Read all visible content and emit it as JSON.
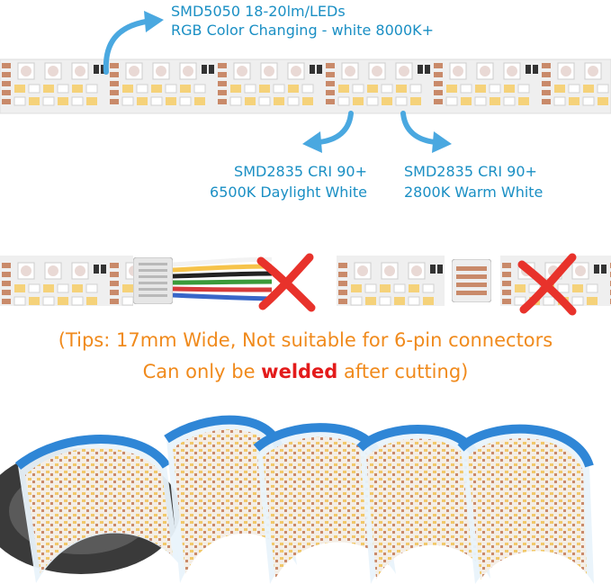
{
  "labels": {
    "smd5050_line1": "SMD5050 18-20lm/LEDs",
    "smd5050_line2": "RGB Color Changing - white 8000K+",
    "daylight_line1": "SMD2835 CRI 90+",
    "daylight_line2": "6500K Daylight White",
    "warm_line1": "SMD2835  CRI 90+",
    "warm_line2": "2800K Warm White"
  },
  "tips": {
    "line1": "(Tips: 17mm Wide, Not suitable for 6-pin connectors",
    "line2_prefix": "Can only be ",
    "line2_emphasis": "welded",
    "line2_suffix": " after cutting)"
  },
  "colors": {
    "label_blue": "#1a8fc4",
    "tip_orange": "#f08a1c",
    "emphasis_red": "#e31b1b",
    "arrow_blue": "#4aa8e0",
    "cross_red": "#e8322b",
    "tape_blue": "#2f86d6",
    "pcb_white": "#f1f1f1"
  }
}
